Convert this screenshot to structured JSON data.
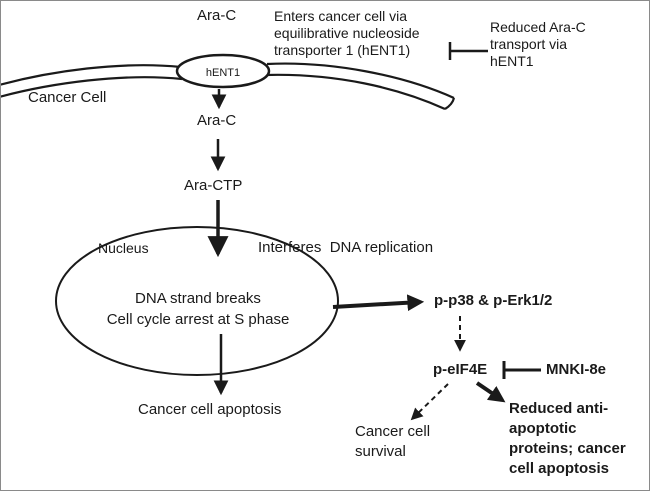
{
  "colors": {
    "ink": "#1a1a1a",
    "bg": "#ffffff"
  },
  "labels": {
    "ara_c_top": "Ara-C",
    "enters_note": "Enters cancer cell via\nequilibrative nucleoside\ntransporter 1 (hENT1)",
    "reduced_transport_note": "Reduced Ara-C\ntransport via\nhENT1",
    "hent1": "hENT1",
    "cancer_cell": "Cancer  Cell",
    "ara_c_inside": "Ara-C",
    "ara_ctp": "Ara-CTP",
    "nucleus": "Nucleus",
    "interferes": "Interferes  DNA replication",
    "nucleus_events": "DNA strand breaks\nCell cycle arrest at S phase",
    "cancer_cell_apoptosis": "Cancer cell apoptosis",
    "p_p38_erk": "p-p38 & p-Erk1/2",
    "p_eif4e": "p-eIF4E",
    "mnki_8e": "MNKI-8e",
    "survival": "Cancer cell\nsurvival",
    "reduced_anti_apoptotic": "Reduced anti-\napoptotic\nproteins; cancer\ncell apoptosis"
  }
}
